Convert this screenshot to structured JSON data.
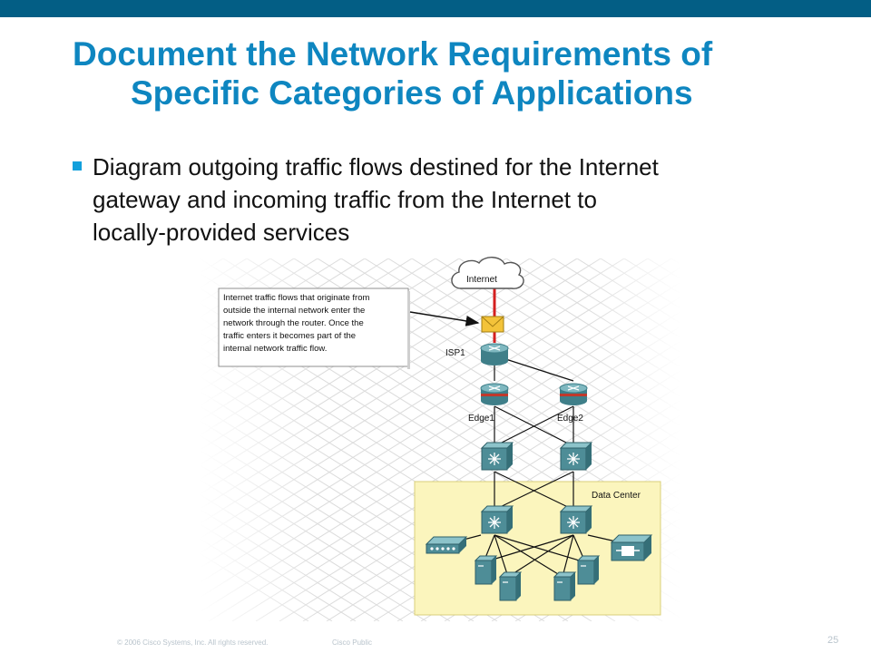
{
  "slide": {
    "title_line1": "Document the Network Requirements of",
    "title_line2": "Specific Categories of Applications",
    "bullet_lines": [
      "Diagram outgoing traffic flows destined for the Internet",
      "gateway and incoming traffic from the Internet to",
      "locally-provided services"
    ]
  },
  "diagram": {
    "callout_lines": [
      "Internet traffic flows that originate from",
      "outside the internal network enter the",
      "network through the router. Once the",
      "traffic enters it becomes part of the",
      "internal network traffic flow."
    ],
    "cloud_label": "Internet",
    "isp_label": "ISP1",
    "edge1_label": "Edge1",
    "edge2_label": "Edge2",
    "datacenter_label": "Data Center",
    "colors": {
      "top_bar": "#035e85",
      "title": "#0e86c0",
      "bullet": "#12a0dc",
      "datacenter_fill": "#fbf5bd",
      "device": "#4e8d97",
      "red_link": "#d41f1f",
      "envelope": "#f3c33a"
    },
    "icons": [
      "internet-cloud-icon",
      "envelope-icon",
      "router-icon",
      "layer3-switch-icon",
      "server-icon",
      "hub-icon",
      "content-switch-icon"
    ]
  },
  "footer": {
    "copyright": "© 2006 Cisco Systems, Inc. All rights reserved.",
    "classification": "Cisco Public",
    "page_number": "25"
  }
}
